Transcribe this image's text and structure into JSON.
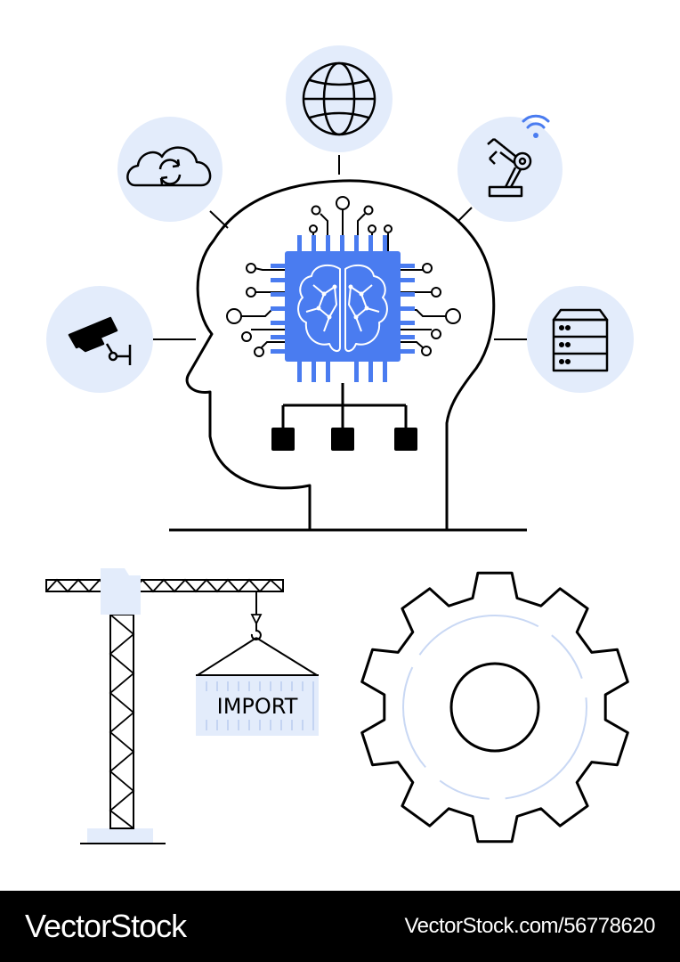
{
  "illustration": {
    "container_label": "IMPORT",
    "icons": [
      "cloud-sync-icon",
      "globe-icon",
      "robot-arm-icon",
      "wifi-icon",
      "security-camera-icon",
      "server-rack-icon",
      "ai-chip-icon",
      "brain-icon",
      "crane-icon",
      "gear-icon"
    ],
    "colors": {
      "accent": "#4a7cf0",
      "light_accent": "#e3ecfb",
      "stroke": "#000000"
    }
  },
  "footer": {
    "brand": "VectorStock",
    "stock_id": "VectorStock.com/56778620"
  }
}
